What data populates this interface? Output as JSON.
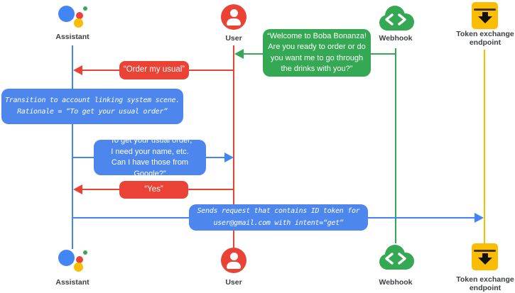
{
  "actors": [
    {
      "name": "Assistant"
    },
    {
      "name": "User"
    },
    {
      "name": "Webhook"
    },
    {
      "name": "Token exchange\nendpoint"
    }
  ],
  "messages": {
    "welcome": "“Welcome to Boba Bonanza!\nAre you ready to order or do\nyou want me to go through\nthe drinks with you?”",
    "order_usual": "“Order my usual”",
    "transition_note": "Transition to account linking system scene.\nRationale = “To get your usual order”",
    "ask_google": "“To get your usual order,\nI need your name, etc.\nCan I have those from Google?”",
    "yes": "“Yes”",
    "send_request": "Sends request that contains ID token for\nuser@gmail.com with intent=“get”"
  },
  "colors": {
    "assistant_blue": "#4285f4",
    "bubble_blue": "#4d86ec",
    "user_red": "#ea4335",
    "webhook_green": "#34a853",
    "token_yellow": "#fbbc04",
    "bubble_text": "#ffffff",
    "label_text": "#3c4043"
  }
}
